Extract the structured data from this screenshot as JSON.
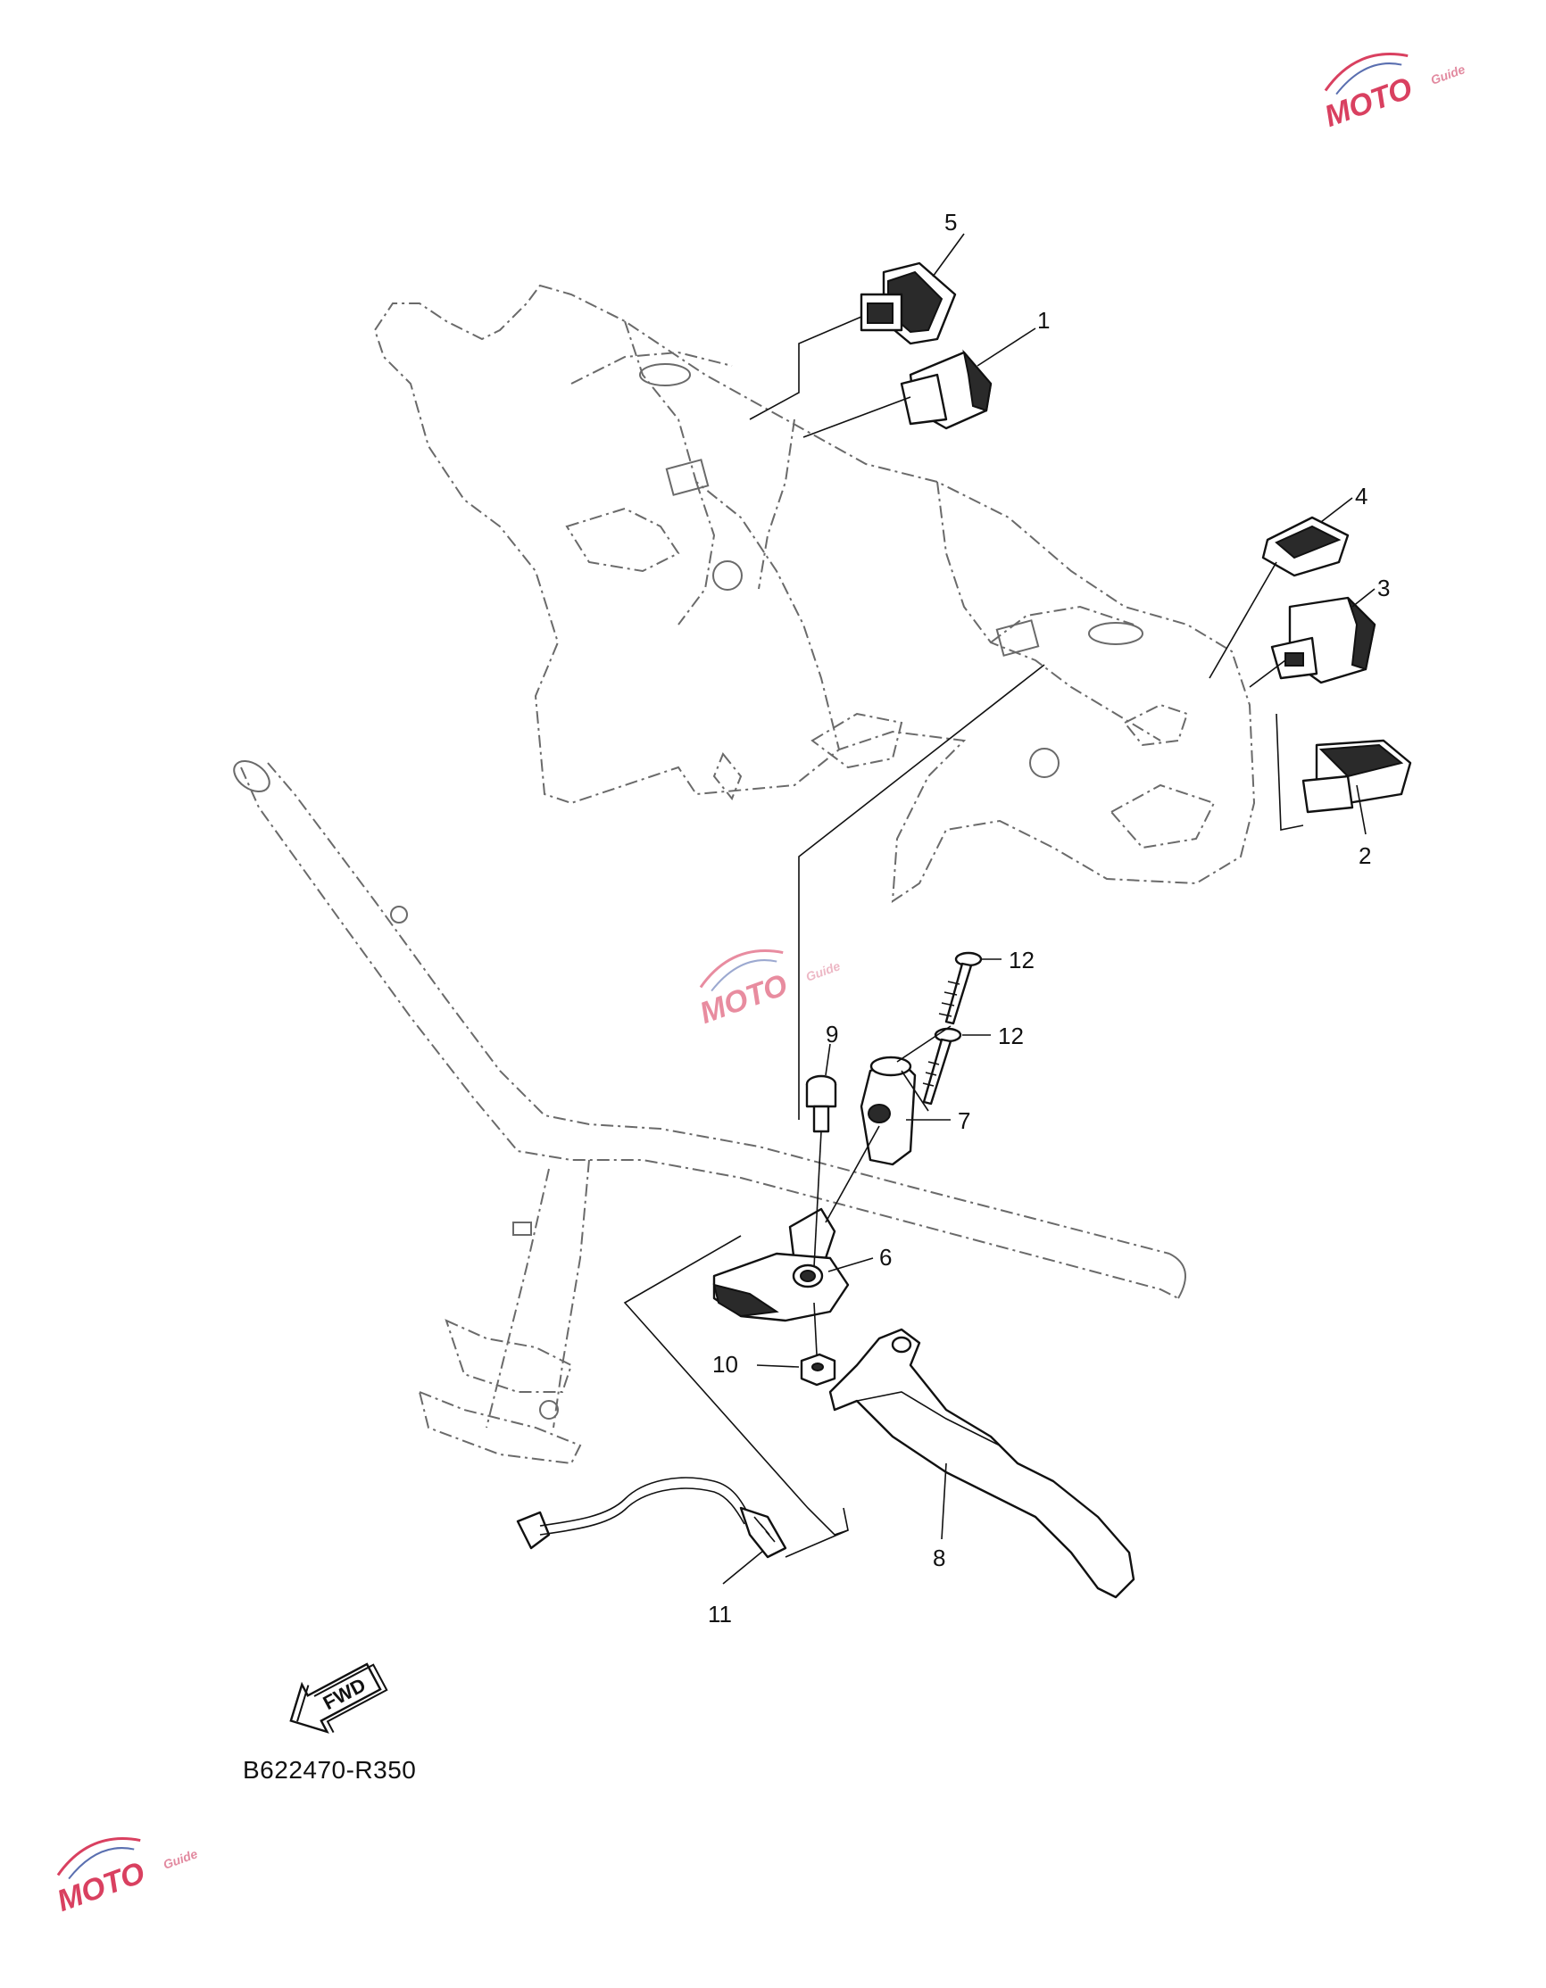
{
  "diagram_code": "B622470-R350",
  "fwd_label": "FWD",
  "watermark": {
    "text": "MOTO",
    "sub": "Guide",
    "accent": "#d94060",
    "accent2": "#5a6fb0"
  },
  "callouts": [
    {
      "id": "c1",
      "label": "1"
    },
    {
      "id": "c2",
      "label": "2"
    },
    {
      "id": "c3",
      "label": "3"
    },
    {
      "id": "c4",
      "label": "4"
    },
    {
      "id": "c5",
      "label": "5"
    },
    {
      "id": "c6",
      "label": "6"
    },
    {
      "id": "c7",
      "label": "7"
    },
    {
      "id": "c8",
      "label": "8"
    },
    {
      "id": "c9",
      "label": "9"
    },
    {
      "id": "c10",
      "label": "10"
    },
    {
      "id": "c11",
      "label": "11"
    },
    {
      "id": "c12a",
      "label": "12"
    },
    {
      "id": "c12b",
      "label": "12"
    }
  ]
}
